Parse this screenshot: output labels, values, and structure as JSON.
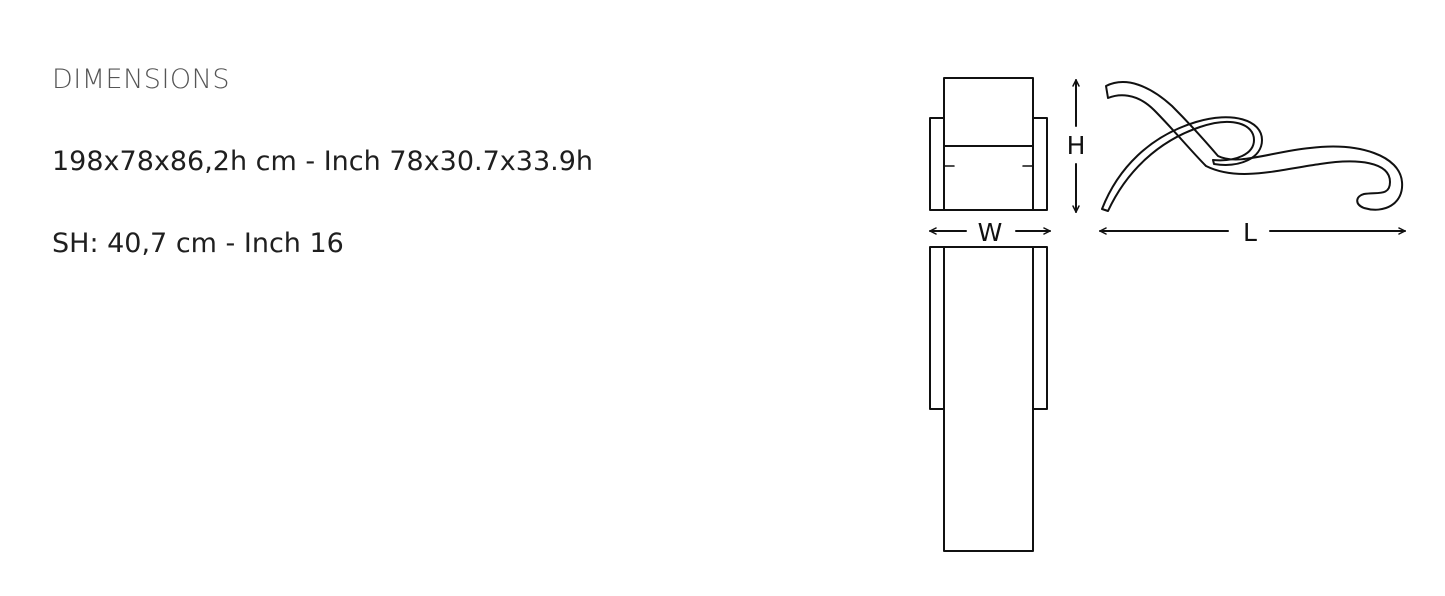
{
  "dimensions": {
    "title": "DIMENSIONS",
    "overall": "198x78x86,2h cm - Inch 78x30.7x33.9h",
    "seat_height": "SH: 40,7 cm - Inch 16"
  },
  "drawing": {
    "labels": {
      "width": "W",
      "height": "H",
      "length": "L"
    },
    "line_color": "#111111"
  }
}
